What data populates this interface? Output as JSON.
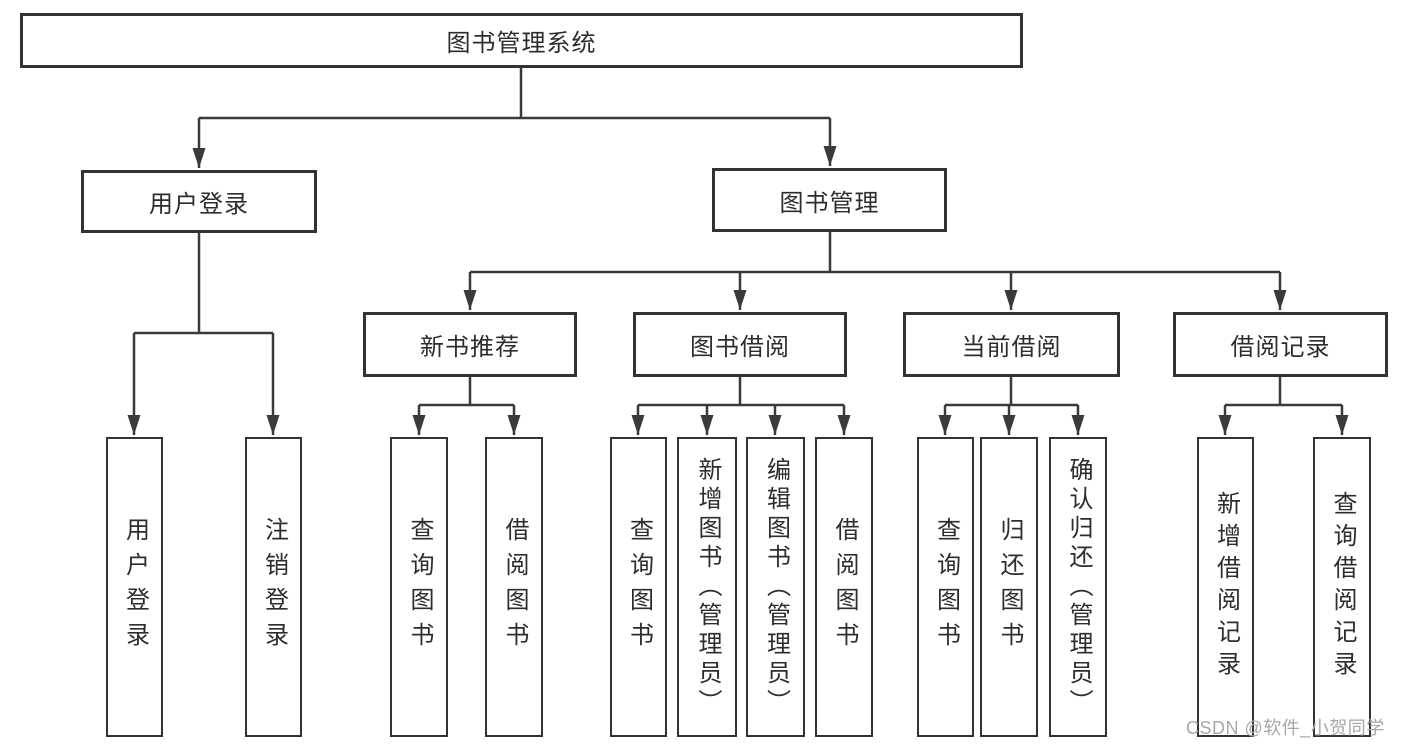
{
  "diagram": {
    "colors": {
      "line": "#3a3a3a",
      "box_border": "#333333",
      "text": "#2d2d2d",
      "watermark_text": "#a8a8a8",
      "background": "#ffffff"
    },
    "nodes": {
      "root": {
        "label": "图书管理系统"
      },
      "user_login": {
        "label": "用户登录"
      },
      "book_management": {
        "label": "图书管理"
      },
      "level3": [
        {
          "label": "新书推荐"
        },
        {
          "label": "图书借阅"
        },
        {
          "label": "当前借阅"
        },
        {
          "label": "借阅记录"
        }
      ],
      "leaves": [
        {
          "label": "用户登录"
        },
        {
          "label": "注销登录"
        },
        {
          "label": "查询图书"
        },
        {
          "label": "借阅图书"
        },
        {
          "label": "查询图书"
        },
        {
          "label": "新增图书（管理员）"
        },
        {
          "label": "编辑图书（管理员）"
        },
        {
          "label": "借阅图书"
        },
        {
          "label": "查询图书"
        },
        {
          "label": "归还图书"
        },
        {
          "label": "确认归还（管理员）"
        },
        {
          "label": "新增借阅记录"
        },
        {
          "label": "查询借阅记录"
        }
      ]
    },
    "watermark": {
      "text": "CSDN @软件_小贺同学"
    }
  }
}
